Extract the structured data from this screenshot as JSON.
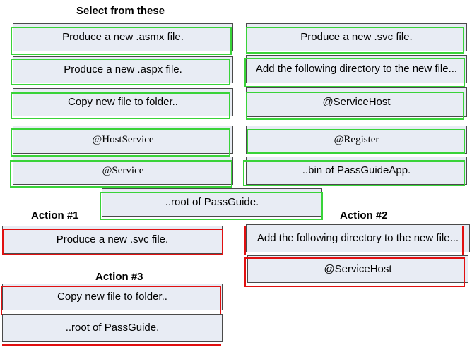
{
  "headings": {
    "select": "Select  from these",
    "action1": "Action #1",
    "action2": "Action #2",
    "action3": "Action #3"
  },
  "choices": {
    "asmx": "Produce a new .asmx file.",
    "aspx": "Produce a new .aspx file.",
    "copy": "Copy new file to folder..",
    "host_service": "@HostService",
    "service": "@Service",
    "svc": "Produce a new .svc file.",
    "add_dir": "Add the following directory to the new file...",
    "service_host": "@ServiceHost",
    "register": "@Register",
    "bin": "..bin of PassGuideApp.",
    "root": "..root of PassGuide."
  },
  "answers": {
    "action1": [
      "Produce a new .svc file."
    ],
    "action2": [
      "Add the following directory to the new file...",
      "@ServiceHost"
    ],
    "action3": [
      "Copy new file to folder..",
      "..root of PassGuide."
    ]
  },
  "colors": {
    "available_outline": "#39d339",
    "selected_outline": "#e11010",
    "tile_fill": "#e8ecf4"
  }
}
